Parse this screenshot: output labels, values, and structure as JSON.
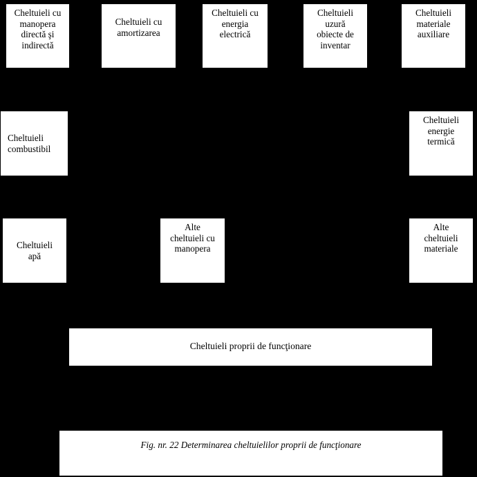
{
  "figure": {
    "background_color": "#000000",
    "box_fill_color": "#ffffff",
    "box_border_color": "#000000",
    "caption": "Fig. nr. 22  Determinarea cheltuielilor proprii de funcţionare"
  },
  "rows": {
    "row1": [
      {
        "label": "Cheltuieli cu\nmanopera\ndirectă şi\nindirectă"
      },
      {
        "label": "Cheltuieli cu\namortizarea"
      },
      {
        "label": "Cheltuieli cu\nenergia\nelectrică"
      },
      {
        "label": "Cheltuieli\nuzură\nobiecte de\ninventar"
      },
      {
        "label": "Cheltuieli\nmateriale\nauxiliare"
      }
    ],
    "row2": [
      {
        "label": "Cheltuieli\ncombustibil"
      },
      {
        "label": "Cheltuieli\nenergie\ntermică"
      }
    ],
    "row3": [
      {
        "label": "Cheltuieli\napă"
      },
      {
        "label": "Alte\ncheltuieli cu\nmanopera"
      },
      {
        "label": "Alte\ncheltuieli\nmateriale"
      }
    ]
  },
  "summary": {
    "label": "Cheltuieli proprii de funcţionare"
  }
}
